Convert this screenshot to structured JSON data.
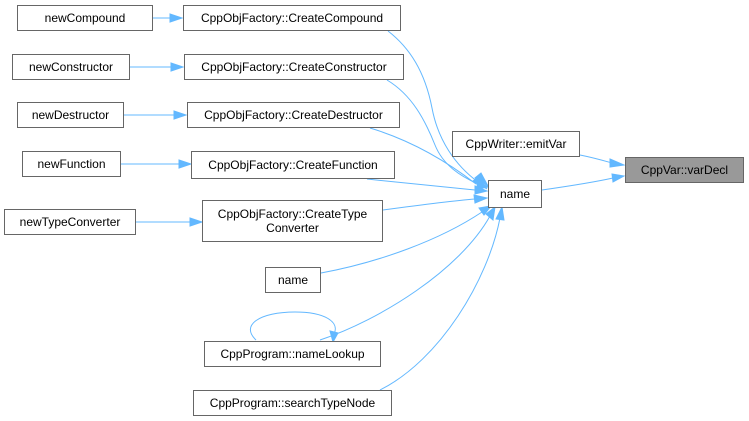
{
  "nodes": {
    "newCompound": "newCompound",
    "createCompound": "CppObjFactory::CreateCompound",
    "newConstructor": "newConstructor",
    "createConstructor": "CppObjFactory::CreateConstructor",
    "newDestructor": "newDestructor",
    "createDestructor": "CppObjFactory::CreateDestructor",
    "newFunction": "newFunction",
    "createFunction": "CppObjFactory::CreateFunction",
    "newTypeConverter": "newTypeConverter",
    "createTypeConverterLine1": "CppObjFactory::CreateType",
    "createTypeConverterLine2": "Converter",
    "nameLeaf": "name",
    "nameLookup": "CppProgram::nameLookup",
    "searchTypeNode": "CppProgram::searchTypeNode",
    "emitVar": "CppWriter::emitVar",
    "nameCenter": "name",
    "varDecl": "CppVar::varDecl"
  },
  "colors": {
    "edge": "#63b8ff",
    "node_border": "#666666",
    "focus_fill": "#999999"
  }
}
